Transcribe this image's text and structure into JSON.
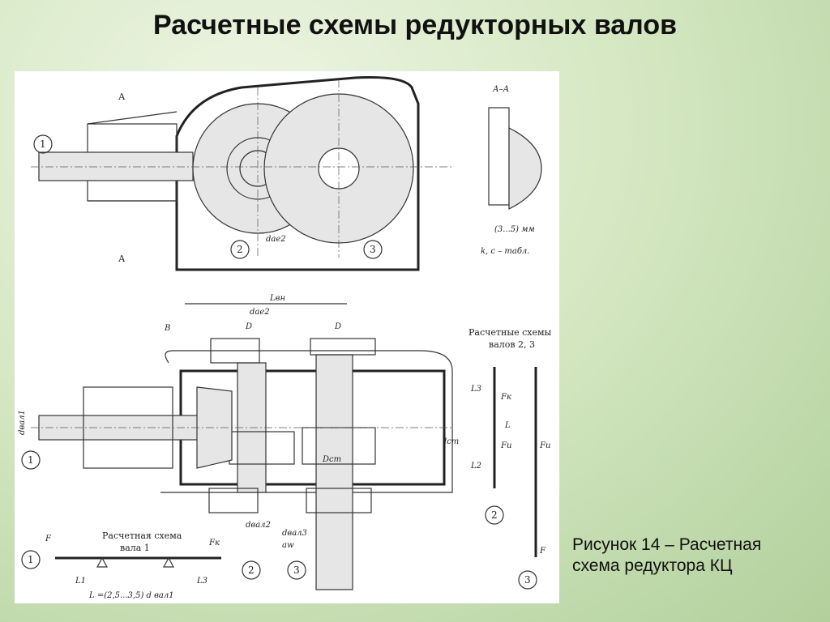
{
  "slide": {
    "title": "Расчетные схемы редукторных валов",
    "caption_line1": "Рисунок 14 – Расчетная",
    "caption_line2": "схема редуктора КЦ"
  },
  "drawing": {
    "section_label": "А–А",
    "section_mark": "А",
    "schemes_23_line1": "Расчетные схемы",
    "schemes_23_line2": "валов 2, 3",
    "scheme_1_line1": "Расчетная схема",
    "scheme_1_line2": "вала 1",
    "formula_L": "L =(2,5...3,5) d вал1",
    "note_kc": "k, c – табл.",
    "note_mm": "(3...5) мм",
    "shaft_numbers": [
      "1",
      "2",
      "3"
    ],
    "labels": {
      "F": "F",
      "Fk": "Fк",
      "Fu": "Fu",
      "L1": "L1",
      "L2": "L2",
      "L3": "L3",
      "L": "L",
      "Lbn": "Lвн",
      "dae2": "dae2",
      "D": "D",
      "Dcm": "Dст",
      "dval1": "dвал1",
      "dval2": "dвал2",
      "dval3": "dвал3",
      "aw": "aw",
      "B": "B",
      "lcm": "lст"
    }
  }
}
